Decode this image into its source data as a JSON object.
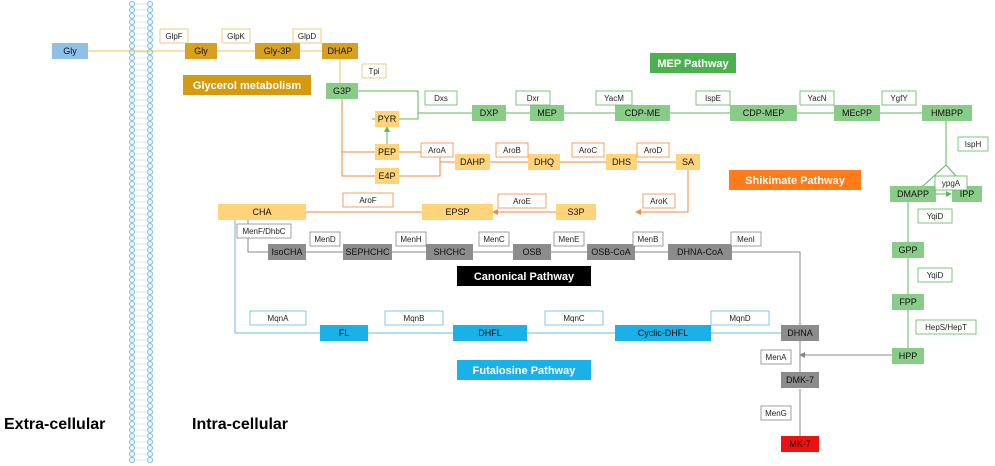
{
  "colors": {
    "glycerol": "#d8a020",
    "mep": "#88cc88",
    "shikimate": "#ffd37a",
    "canonical": "#8c8c8c",
    "futalosine": "#1ab0e8",
    "menaquinone": "#ee1111",
    "gly": "#8fc1e8",
    "banner_mep": "#4caf50",
    "banner_shikimate": "#ff7a1a",
    "banner_glycerol": "#d49a10",
    "banner_canonical": "#000000",
    "banner_futalosine": "#1ab0e8",
    "membrane": "#6fb5e0"
  },
  "regions": {
    "extra": "Extra-cellular",
    "intra": "Intra-cellular"
  },
  "banners": {
    "glycerol": "Glycerol metabolism",
    "mep": "MEP Pathway",
    "shikimate": "Shikimate Pathway",
    "canonical": "Canonical Pathway",
    "futalosine": "Futalosine Pathway"
  },
  "metabolites": {
    "gly_out": "Gly",
    "gly": "Gly",
    "gly3p": "Gly-3P",
    "dhap": "DHAP",
    "g3p": "G3P",
    "dxp": "DXP",
    "mep": "MEP",
    "cdpme": "CDP-ME",
    "cdpmep": "CDP-MEP",
    "mecpp": "MEcPP",
    "hmbpp": "HMBPP",
    "dmapp": "DMAPP",
    "ipp": "IPP",
    "gpp": "GPP",
    "fpp": "FPP",
    "hpp": "HPP",
    "pyr": "PYR",
    "pep": "PEP",
    "e4p": "E4P",
    "dahp": "DAHP",
    "dhq": "DHQ",
    "dhs": "DHS",
    "sa": "SA",
    "s3p": "S3P",
    "epsp": "EPSP",
    "cha": "CHA",
    "isocha": "IsoCHA",
    "sephchc": "SEPHCHC",
    "shchc": "SHCHC",
    "osb": "OSB",
    "osbcoa": "OSB-CoA",
    "dhnacoa": "DHNA-CoA",
    "fl": "FL",
    "dhfl": "DHFL",
    "cyclic": "Cyclic-DHFL",
    "dhna": "DHNA",
    "dmk7": "DMK-7",
    "mk7": "MK-7"
  },
  "enzymes": {
    "glpf": "GlpF",
    "glpk": "GlpK",
    "glpd": "GlpD",
    "tpi": "Tpi",
    "dxs": "Dxs",
    "dxr": "Dxr",
    "yacm": "YacM",
    "ispe": "IspE",
    "yacn": "YacN",
    "ygfy": "YgfY",
    "isph": "IspH",
    "ypga": "ypgA",
    "yqid1": "YqiD",
    "yqid2": "YqiD",
    "heps": "HepS/HepT",
    "aroa": "AroA",
    "arob": "AroB",
    "aroc": "AroC",
    "arod": "AroD",
    "arok": "AroK",
    "aroe": "AroE",
    "arof": "AroF",
    "menf": "MenF/DhbC",
    "mend": "MenD",
    "menh": "MenH",
    "menc": "MenC",
    "mene": "MenE",
    "menb": "MenB",
    "meni": "MenI",
    "mqna": "MqnA",
    "mqnb": "MqnB",
    "mqnc": "MqnC",
    "mqnd": "MqnD",
    "mena": "MenA",
    "meng": "MenG"
  }
}
